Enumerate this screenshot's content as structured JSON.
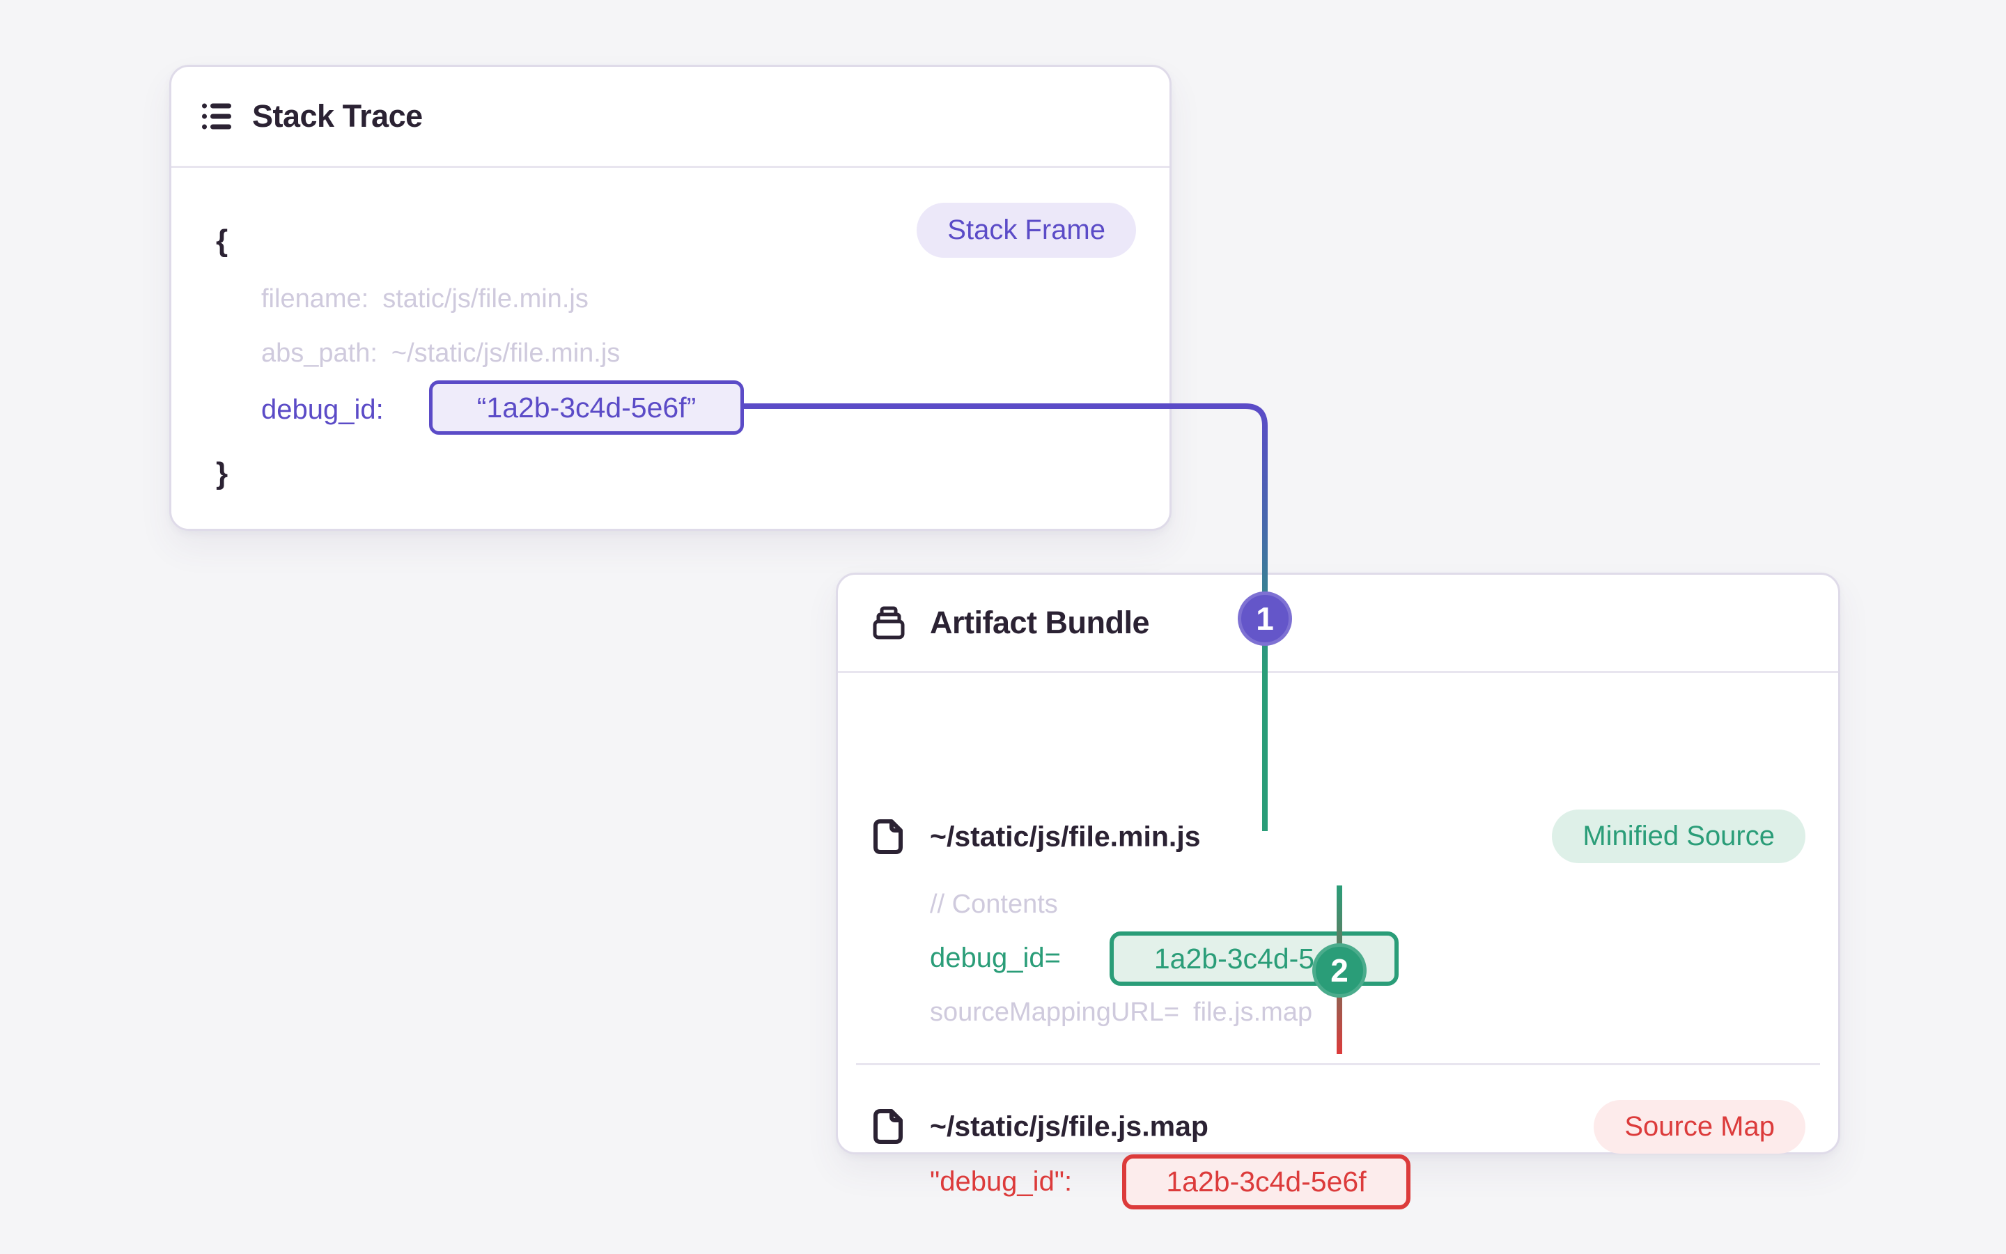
{
  "page": {
    "background": "#F5F5F7"
  },
  "colors": {
    "purple": "#5B4BC7",
    "green": "#2A9D78",
    "red": "#DC3B3B",
    "dark_text": "#2B2233",
    "muted_text": "#CFCADD",
    "card_border": "#DFDBE9"
  },
  "stack_trace": {
    "title": "Stack Trace",
    "frame_badge": "Stack Frame",
    "brace_open": "{",
    "brace_close": "}",
    "fields": [
      {
        "key": "filename:",
        "value": "static/js/file.min.js"
      },
      {
        "key": "abs_path:",
        "value": "~/static/js/file.min.js"
      },
      {
        "key": "debug_id:",
        "value": "“1a2b-3c4d-5e6f”"
      }
    ]
  },
  "artifact_bundle": {
    "title": "Artifact Bundle",
    "files": [
      {
        "path": "~/static/js/file.min.js",
        "badge": "Minified Source",
        "comment": "// Contents",
        "debug_key": "debug_id=",
        "debug_value": "1a2b-3c4d-5e6f",
        "mapping_key": "sourceMappingURL=",
        "mapping_value": "file.js.map"
      },
      {
        "path": "~/static/js/file.js.map",
        "badge": "Source Map",
        "debug_key": "\"debug_id\":",
        "debug_value": "1a2b-3c4d-5e6f"
      }
    ]
  },
  "connectors": {
    "step1": "1",
    "step2": "2"
  }
}
